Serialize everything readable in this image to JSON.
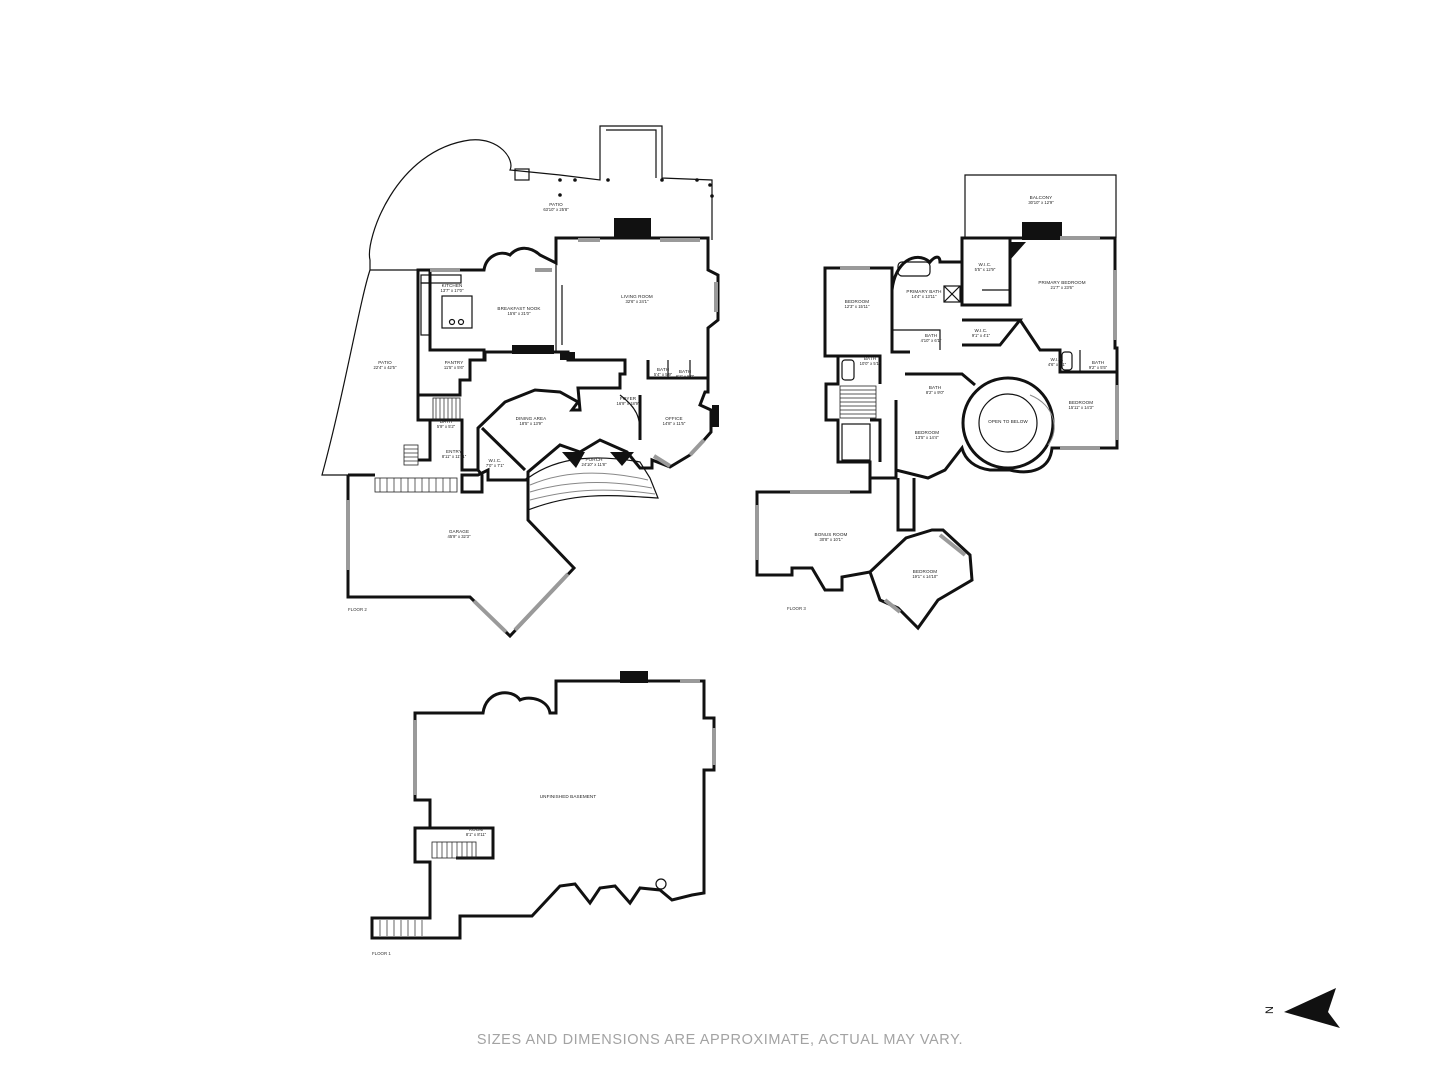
{
  "floors": [
    {
      "floor_label": "FLOOR 2",
      "rooms": [
        {
          "name": "PATIO",
          "dims": "63'10\" x 25'8\""
        },
        {
          "name": "KITCHEN",
          "dims": "13'7\" x 17'0\""
        },
        {
          "name": "BREAKFAST NOOK",
          "dims": "15'6\" x 21'0\""
        },
        {
          "name": "LIVING ROOM",
          "dims": "32'6\" x 24'1\""
        },
        {
          "name": "PATIO",
          "dims": "22'4\" x 42'5\""
        },
        {
          "name": "PANTRY",
          "dims": "11'5\" x 5'6\""
        },
        {
          "name": "BATH",
          "dims": "5'4\" x 5'9\""
        },
        {
          "name": "BATH",
          "dims": "6'1\" x 5'0\""
        },
        {
          "name": "FOYER",
          "dims": "16'9\" x 18'9\""
        },
        {
          "name": "DINING AREA",
          "dims": "18'5\" x 13'9\""
        },
        {
          "name": "OFFICE",
          "dims": "14'8\" x 11'5\""
        },
        {
          "name": "BATH",
          "dims": "5'9\" x 5'2\""
        },
        {
          "name": "ENTRY",
          "dims": "8'11\" x 11'11\""
        },
        {
          "name": "W.I.C.",
          "dims": "7'0\" x 7'1\""
        },
        {
          "name": "PORCH",
          "dims": "24'10\" x 11'8\""
        },
        {
          "name": "GARAGE",
          "dims": "45'9\" x 32'3\""
        }
      ]
    },
    {
      "floor_label": "FLOOR 3",
      "rooms": [
        {
          "name": "BALCONY",
          "dims": "30'10\" x 12'9\""
        },
        {
          "name": "BEDROOM",
          "dims": "12'3\" x 15'11\""
        },
        {
          "name": "PRIMARY BATH",
          "dims": "14'4\" x 13'11\""
        },
        {
          "name": "W.I.C.",
          "dims": "5'5\" x 12'9\""
        },
        {
          "name": "PRIMARY BEDROOM",
          "dims": "21'7\" x 23'6\""
        },
        {
          "name": "BATH",
          "dims": "4'10\" x 6'1\""
        },
        {
          "name": "W.I.C.",
          "dims": "9'1\" x 4'1\""
        },
        {
          "name": "BATH",
          "dims": "10'0\" x 5'1\""
        },
        {
          "name": "W.I.C.",
          "dims": "4'6\" x 5'1\""
        },
        {
          "name": "BATH",
          "dims": "9'2\" x 5'5\""
        },
        {
          "name": "BATH",
          "dims": "8'2\" x 9'0\""
        },
        {
          "name": "BEDROOM",
          "dims": "15'11\" x 14'3\""
        },
        {
          "name": "OPEN TO BELOW",
          "dims": ""
        },
        {
          "name": "BEDROOM",
          "dims": "13'5\" x 14'4\""
        },
        {
          "name": "BONUS ROOM",
          "dims": "30'8\" x 10'1\""
        },
        {
          "name": "BEDROOM",
          "dims": "19'1\" x 14'10\""
        }
      ]
    },
    {
      "floor_label": "FLOOR 1",
      "rooms": [
        {
          "name": "UNFINISHED BASEMENT",
          "dims": ""
        },
        {
          "name": "ROOM",
          "dims": "8'1\" x 8'11\""
        }
      ]
    }
  ],
  "compass": {
    "label": "N",
    "icon": "north-arrow-icon"
  },
  "disclaimer": "SIZES AND DIMENSIONS ARE APPROXIMATE, ACTUAL MAY VARY."
}
